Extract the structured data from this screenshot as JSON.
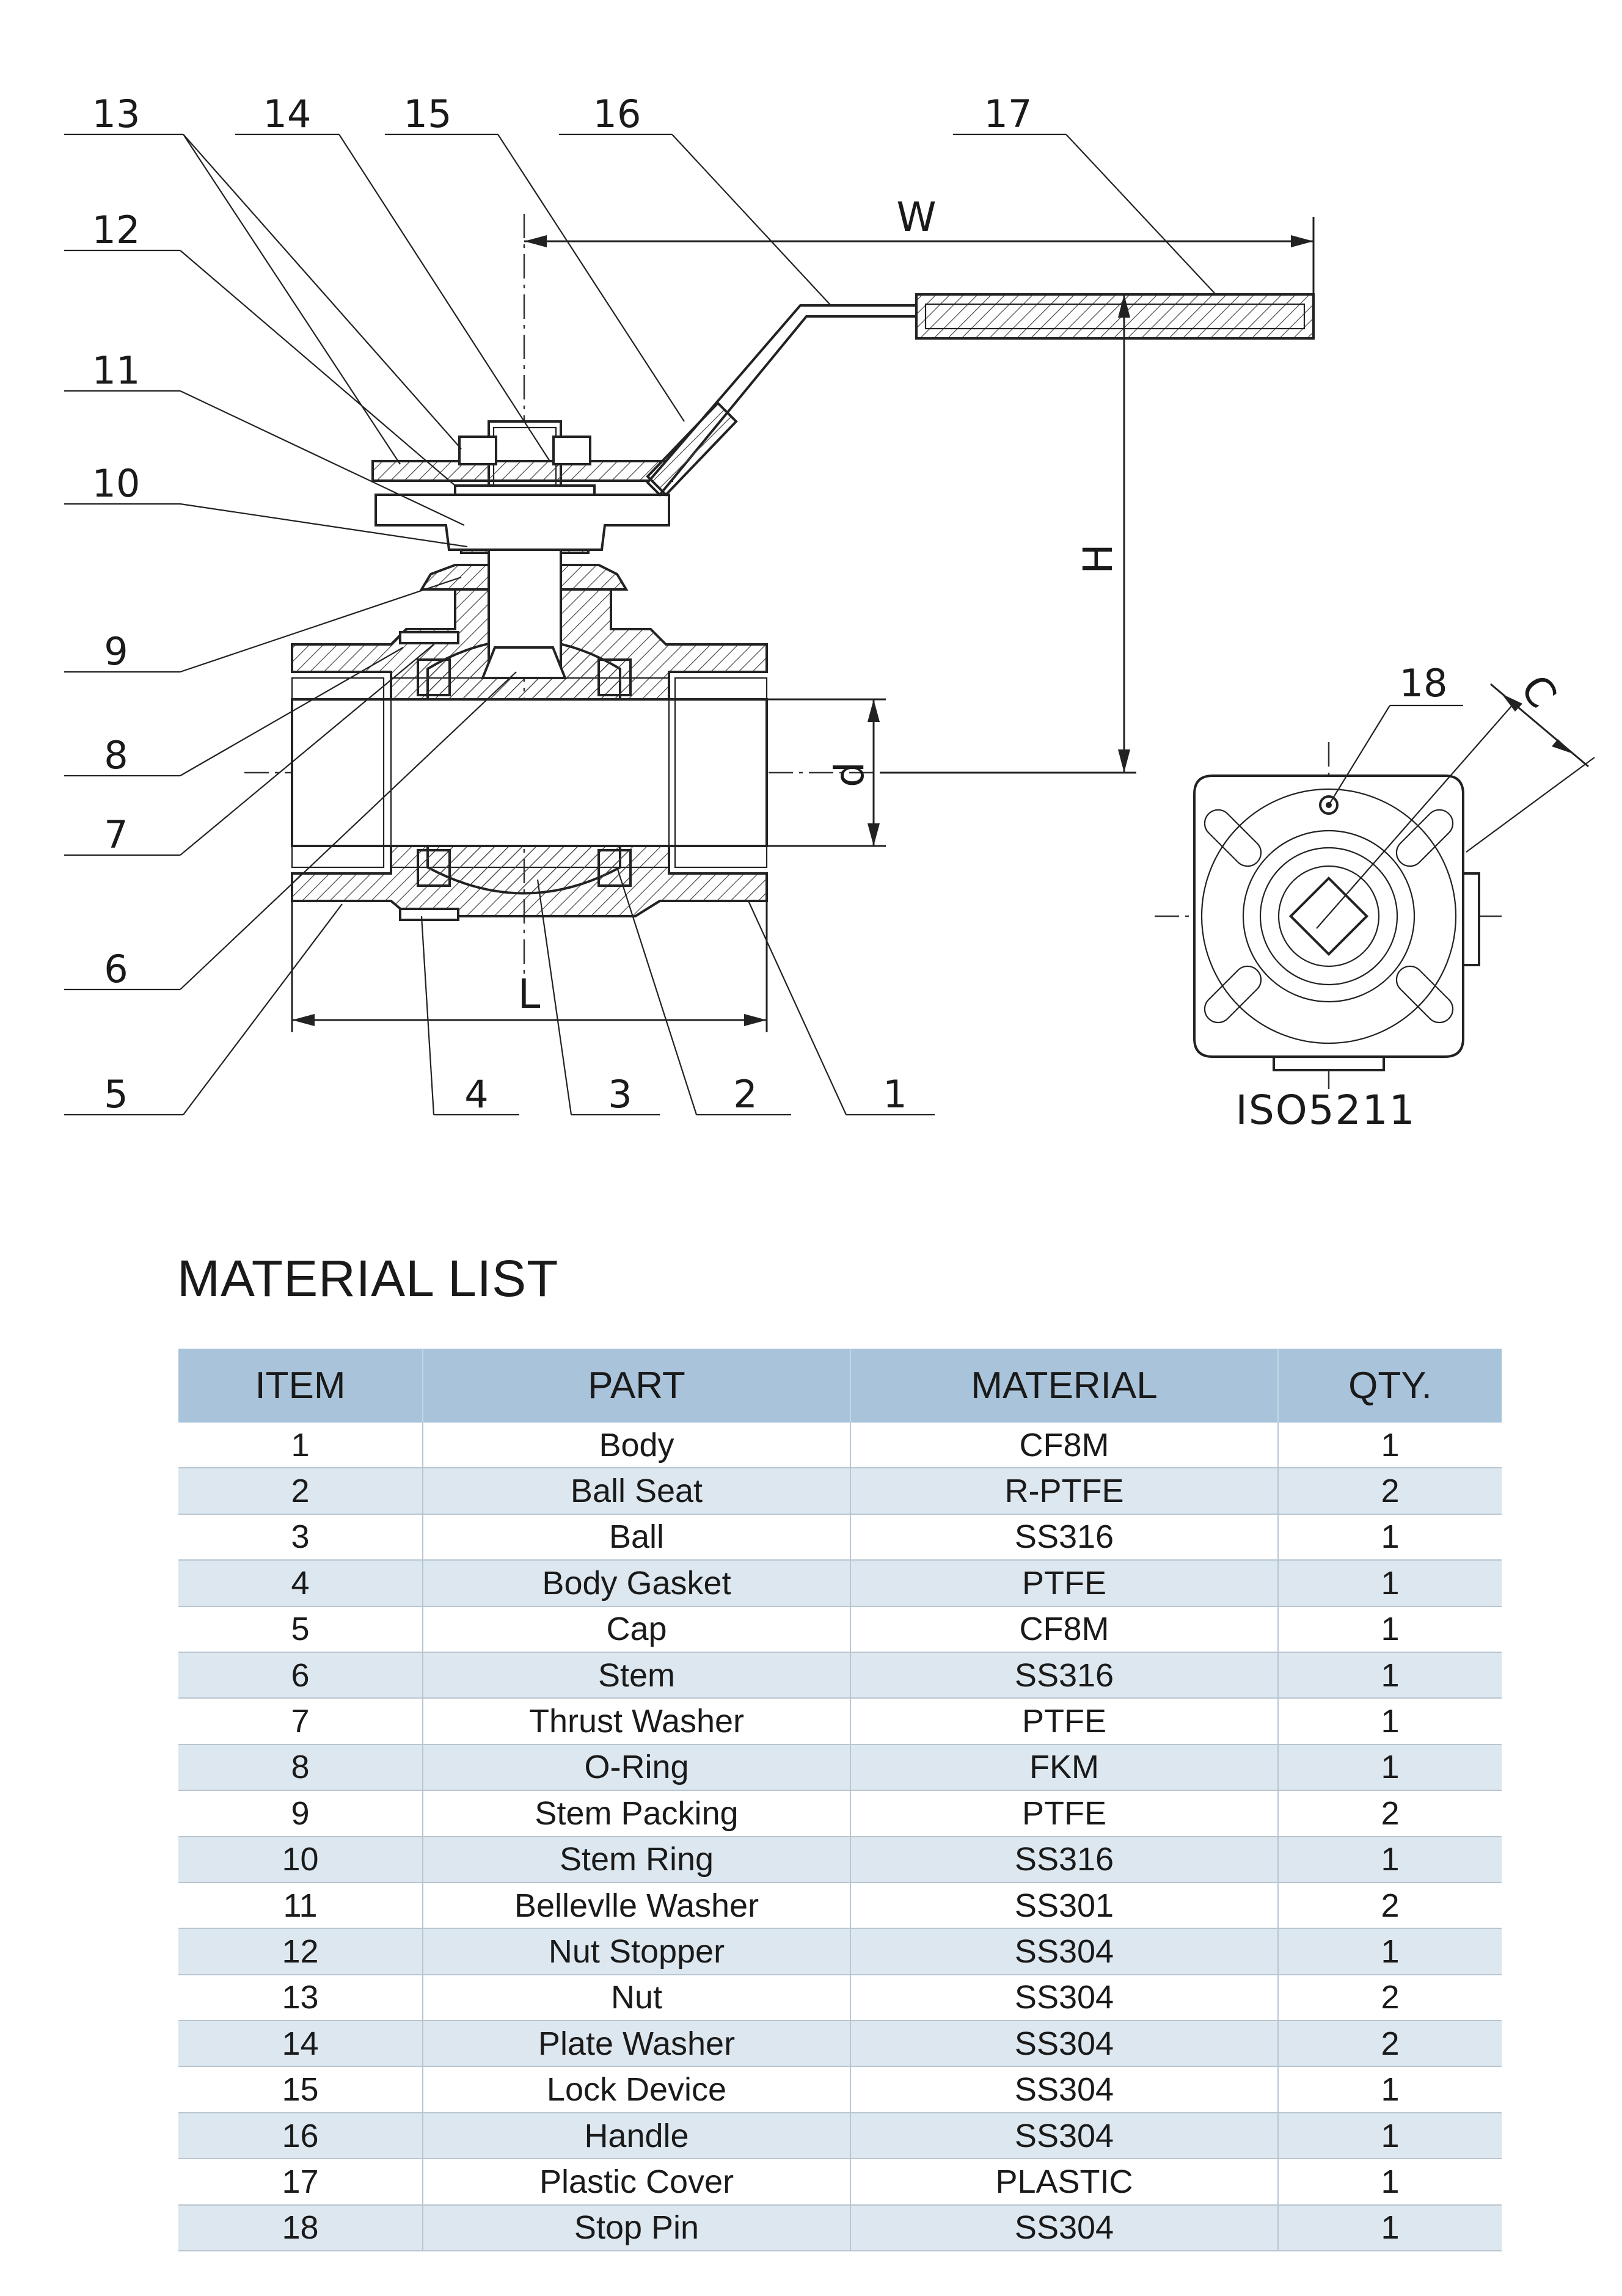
{
  "diagram": {
    "callouts": [
      "1",
      "2",
      "3",
      "4",
      "5",
      "6",
      "7",
      "8",
      "9",
      "10",
      "11",
      "12",
      "13",
      "14",
      "15",
      "16",
      "17",
      "18"
    ],
    "dimensions": {
      "width": "W",
      "height": "H",
      "length": "L",
      "bore": "d",
      "square": "C"
    },
    "flange_standard": "ISO5211"
  },
  "material_list": {
    "title": "MATERIAL LIST",
    "columns": [
      "ITEM",
      "PART",
      "MATERIAL",
      "QTY."
    ],
    "rows": [
      [
        "1",
        "Body",
        "CF8M",
        "1"
      ],
      [
        "2",
        "Ball Seat",
        "R-PTFE",
        "2"
      ],
      [
        "3",
        "Ball",
        "SS316",
        "1"
      ],
      [
        "4",
        "Body Gasket",
        "PTFE",
        "1"
      ],
      [
        "5",
        "Cap",
        "CF8M",
        "1"
      ],
      [
        "6",
        "Stem",
        "SS316",
        "1"
      ],
      [
        "7",
        "Thrust Washer",
        "PTFE",
        "1"
      ],
      [
        "8",
        "O-Ring",
        "FKM",
        "1"
      ],
      [
        "9",
        "Stem Packing",
        "PTFE",
        "2"
      ],
      [
        "10",
        "Stem Ring",
        "SS316",
        "1"
      ],
      [
        "11",
        "Bellevlle Washer",
        "SS301",
        "2"
      ],
      [
        "12",
        "Nut Stopper",
        "SS304",
        "1"
      ],
      [
        "13",
        "Nut",
        "SS304",
        "2"
      ],
      [
        "14",
        "Plate Washer",
        "SS304",
        "2"
      ],
      [
        "15",
        "Lock Device",
        "SS304",
        "1"
      ],
      [
        "16",
        "Handle",
        "SS304",
        "1"
      ],
      [
        "17",
        "Plastic Cover",
        "PLASTIC",
        "1"
      ],
      [
        "18",
        "Stop Pin",
        "SS304",
        "1"
      ]
    ]
  }
}
